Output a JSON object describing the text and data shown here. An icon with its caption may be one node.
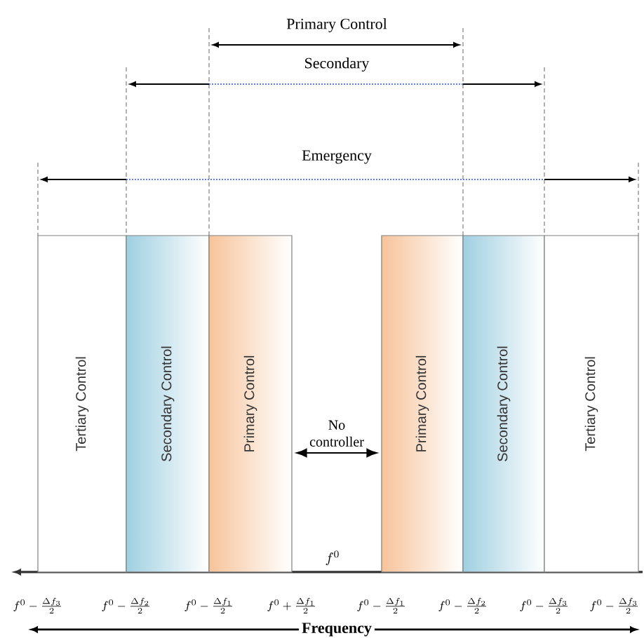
{
  "diagram": {
    "nodes": [
      {
        "text": [
          "Tertiary Control"
        ]
      },
      {
        "text": [
          "Secondary Control"
        ]
      },
      {
        "text": [
          "Primary Control"
        ]
      },
      {
        "text": [
          "Primary Control"
        ]
      },
      {
        "text": [
          "Secondary Control"
        ]
      },
      {
        "text": [
          "Tertiary Control"
        ]
      }
    ],
    "edges": [
      {
        "from": 2,
        "to": 3,
        "arrow": "both",
        "label": "No controller"
      }
    ],
    "labels": [
      "Primary Control",
      "Secondary",
      "Emergency",
      "f^0-\\frac{\\Delta f_3}{2}",
      "f^0-\\frac{\\Delta f_2}{2}",
      "f^0-\\frac{\\Delta f_1}{2}",
      "f^0+\\frac{\\Delta f_1}{2}",
      "f^0",
      "f^0-\\frac{\\Delta f_1}{2}",
      "f^0-\\frac{\\Delta f_2}{2}",
      "f^0-\\frac{\\Delta f_3}{2}",
      "f^0-\\frac{\\Delta f_3}{2}",
      "Frequency"
    ]
  }
}
